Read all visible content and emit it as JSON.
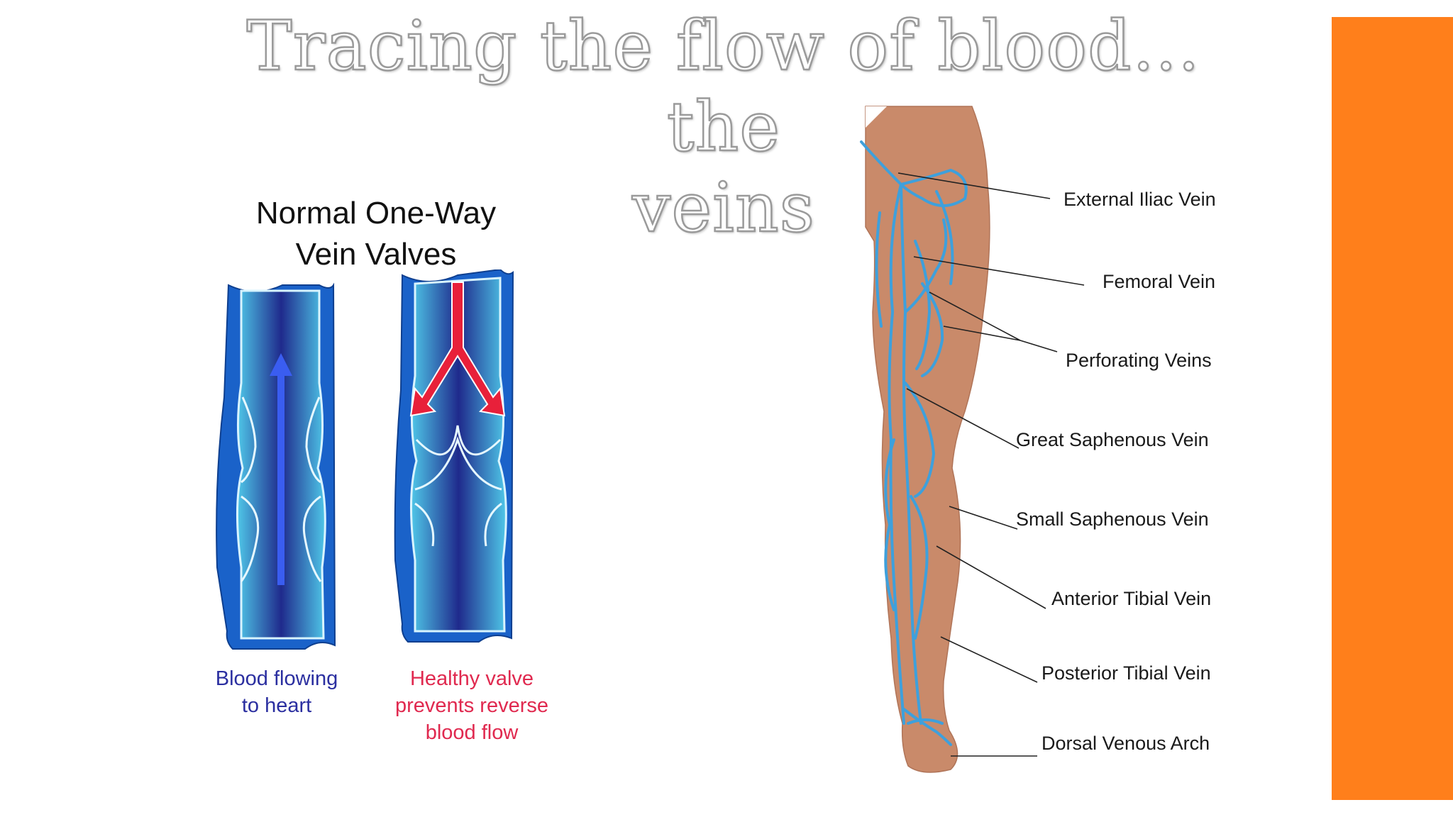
{
  "slide": {
    "title": "Tracing the flow of blood… the\nveins",
    "accent_color": "#FF7F1B"
  },
  "valve_diagram": {
    "title": "Normal One-Way\nVein Valves",
    "left_caption": "Blood flowing\nto heart",
    "right_caption": "Healthy valve\nprevents reverse\nblood flow",
    "left_caption_color": "#2b2fa0",
    "right_caption_color": "#e0294f",
    "vein_outer_color": "#1a62c9",
    "vein_inner_color": "#1f2a8c",
    "vein_light_color": "#4fc7e8",
    "arrow_up_color": "#3a5df0",
    "arrow_reflux_color": "#e8203a"
  },
  "leg_diagram": {
    "skin_color": "#c98a6a",
    "vein_color": "#3ea0dc",
    "labels": [
      "External Iliac Vein",
      "Femoral Vein",
      "Perforating Veins",
      "Great Saphenous Vein",
      "Small Saphenous Vein",
      "Anterior Tibial Vein",
      "Posterior Tibial Vein",
      "Dorsal Venous Arch"
    ]
  }
}
